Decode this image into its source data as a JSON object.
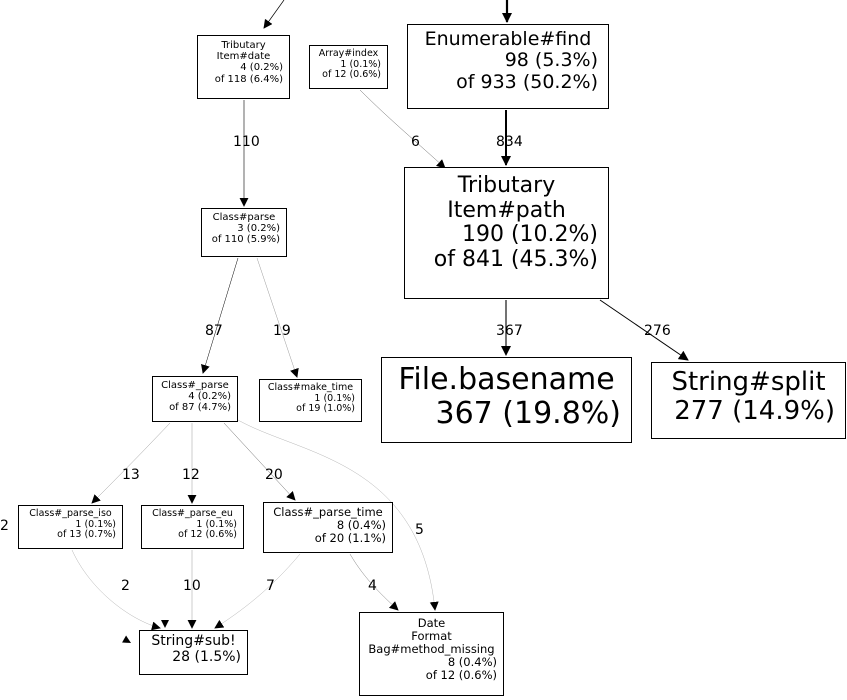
{
  "nodes": [
    {
      "id": "tributary-item-date",
      "lines": [
        "Tributary",
        "Item#date",
        "4 (0.2%)",
        "of 118 (6.4%)"
      ]
    },
    {
      "id": "array-index",
      "lines": [
        "Array#index",
        "1 (0.1%)",
        "of 12 (0.6%)"
      ]
    },
    {
      "id": "enumerable-find",
      "lines": [
        "Enumerable#find",
        "98 (5.3%)",
        "of 933 (50.2%)"
      ]
    },
    {
      "id": "class-parse",
      "lines": [
        "Class#parse",
        "3 (0.2%)",
        "of 110 (5.9%)"
      ]
    },
    {
      "id": "tributary-item-path",
      "lines": [
        "Tributary",
        "Item#path",
        "190 (10.2%)",
        "of 841 (45.3%)"
      ]
    },
    {
      "id": "class-underscore-parse",
      "lines": [
        "Class#_parse",
        "4 (0.2%)",
        "of 87 (4.7%)"
      ]
    },
    {
      "id": "class-make-time",
      "lines": [
        "Class#make_time",
        "1 (0.1%)",
        "of 19 (1.0%)"
      ]
    },
    {
      "id": "file-basename",
      "lines": [
        "File.basename",
        "367 (19.8%)"
      ]
    },
    {
      "id": "string-split",
      "lines": [
        "String#split",
        "277 (14.9%)"
      ]
    },
    {
      "id": "class-parse-iso",
      "lines": [
        "Class#_parse_iso",
        "1 (0.1%)",
        "of 13 (0.7%)"
      ]
    },
    {
      "id": "class-parse-eu",
      "lines": [
        "Class#_parse_eu",
        "1 (0.1%)",
        "of 12 (0.6%)"
      ]
    },
    {
      "id": "class-parse-time",
      "lines": [
        "Class#_parse_time",
        "8 (0.4%)",
        "of 20 (1.1%)"
      ]
    },
    {
      "id": "string-sub",
      "lines": [
        "String#sub!",
        "28 (1.5%)"
      ]
    },
    {
      "id": "date-format-bag",
      "lines": [
        "Date",
        "Format",
        "Bag#method_missing",
        "8 (0.4%)",
        "of 12 (0.6%)"
      ]
    }
  ],
  "edges": [
    {
      "id": "e-up-to-date",
      "from": "offscreen",
      "to": "tributary-item-date",
      "label": ""
    },
    {
      "id": "e-up-to-find",
      "from": "offscreen",
      "to": "enumerable-find",
      "label": ""
    },
    {
      "id": "e-date-parse",
      "from": "tributary-item-date",
      "to": "class-parse",
      "label": "110"
    },
    {
      "id": "e-index-path",
      "from": "array-index",
      "to": "tributary-item-path",
      "label": "6"
    },
    {
      "id": "e-find-path",
      "from": "enumerable-find",
      "to": "tributary-item-path",
      "label": "834"
    },
    {
      "id": "e-parse-uparse",
      "from": "class-parse",
      "to": "class-underscore-parse",
      "label": "87"
    },
    {
      "id": "e-parse-maketime",
      "from": "class-parse",
      "to": "class-make-time",
      "label": "19"
    },
    {
      "id": "e-path-basename",
      "from": "tributary-item-path",
      "to": "file-basename",
      "label": "367"
    },
    {
      "id": "e-path-split",
      "from": "tributary-item-path",
      "to": "string-split",
      "label": "276"
    },
    {
      "id": "e-uparse-iso",
      "from": "class-underscore-parse",
      "to": "class-parse-iso",
      "label": "13"
    },
    {
      "id": "e-uparse-eu",
      "from": "class-underscore-parse",
      "to": "class-parse-eu",
      "label": "12"
    },
    {
      "id": "e-uparse-time",
      "from": "class-underscore-parse",
      "to": "class-parse-time",
      "label": "20"
    },
    {
      "id": "e-uparse-bag",
      "from": "class-underscore-parse",
      "to": "date-format-bag",
      "label": "5"
    },
    {
      "id": "e-offleft",
      "from": "offscreen-left",
      "to": "offscreen-left",
      "label": "2"
    },
    {
      "id": "e-iso-sub",
      "from": "class-parse-iso",
      "to": "string-sub",
      "label": "2"
    },
    {
      "id": "e-eu-sub",
      "from": "class-parse-eu",
      "to": "string-sub",
      "label": "10"
    },
    {
      "id": "e-time-sub",
      "from": "class-parse-time",
      "to": "string-sub",
      "label": "7"
    },
    {
      "id": "e-time-bag",
      "from": "class-parse-time",
      "to": "date-format-bag",
      "label": "4"
    }
  ]
}
